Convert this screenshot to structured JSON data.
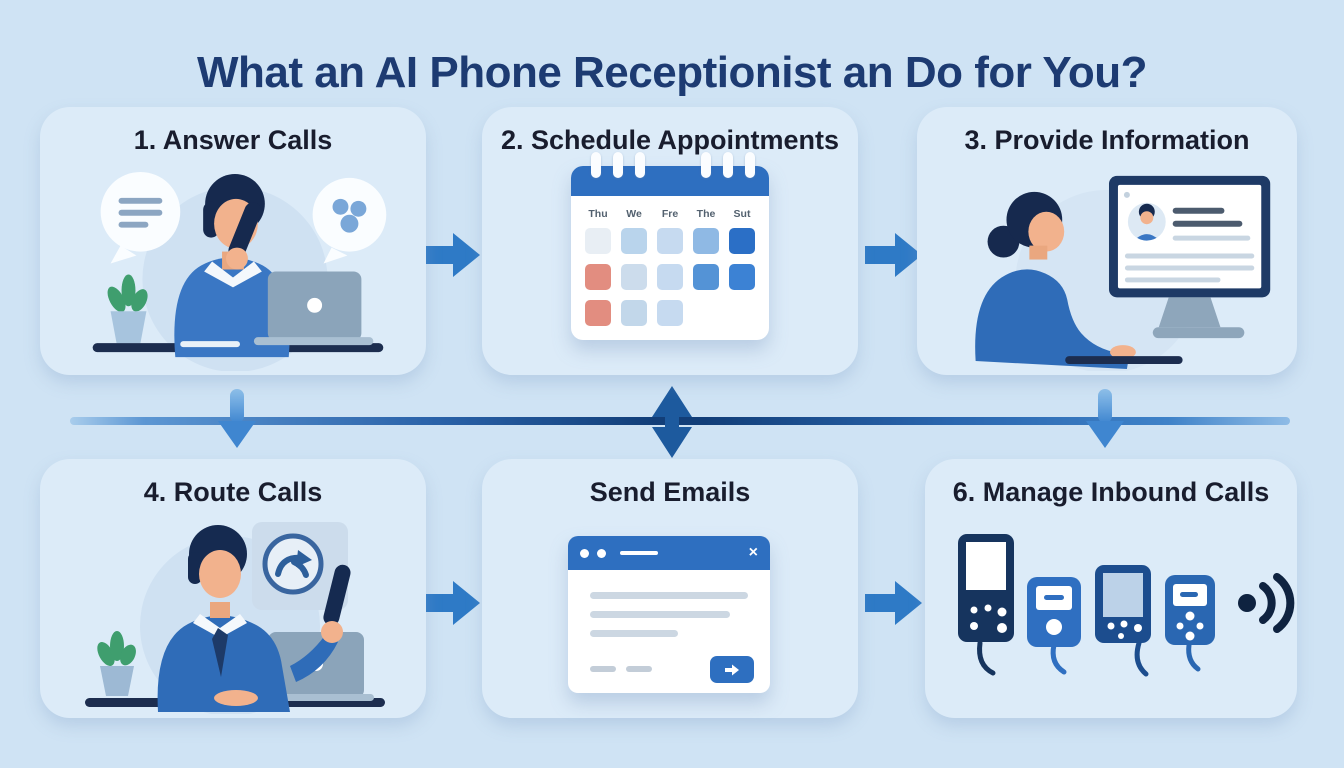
{
  "page": {
    "title": "What an AI Phone Receptionist an Do for You?"
  },
  "cards": [
    {
      "label": "1. Answer Calls",
      "illustration": "person-answering-phone-at-laptop"
    },
    {
      "label": "2. Schedule Appointments",
      "illustration": "calendar-with-marked-days"
    },
    {
      "label": "3. Provide Information",
      "illustration": "woman-at-monitor-with-profile"
    },
    {
      "label": "4. Route Calls",
      "illustration": "man-holding-handset-with-route-badge"
    },
    {
      "label": "Send Emails",
      "illustration": "email-compose-window"
    },
    {
      "label": "6. Manage Inbound Calls",
      "illustration": "four-phones-with-signal-waves"
    }
  ],
  "calendar": {
    "day_labels": [
      "Thu",
      "We",
      "Fre",
      "The",
      "Sut"
    ],
    "cell_colors": [
      [
        "#e8eef4",
        "#b9d4ec",
        "#c6daf0",
        "#8fb9e4",
        "#2b6fc6"
      ],
      [
        "#e28d80",
        "#ccdcec",
        "#c6daf0",
        "#5493d6",
        "#3c82d4"
      ],
      [
        "#e28d80",
        "#c2d7ea",
        "#c6daf0",
        "",
        ""
      ]
    ]
  },
  "email": {
    "close_glyph": "×"
  },
  "colors": {
    "background": "#cfe3f4",
    "card": "#dcebf8",
    "title_navy": "#1d3b72",
    "heading": "#191d2e",
    "arrow_blue": "#2e7ac6",
    "down_arrow_blue": "#4990d6",
    "connector_navy": "#123e78",
    "calendar_header": "#2e6fc0",
    "busy_red": "#e28d80",
    "illustration_navy": "#16294e",
    "shirt_blue": "#3a77c4"
  }
}
